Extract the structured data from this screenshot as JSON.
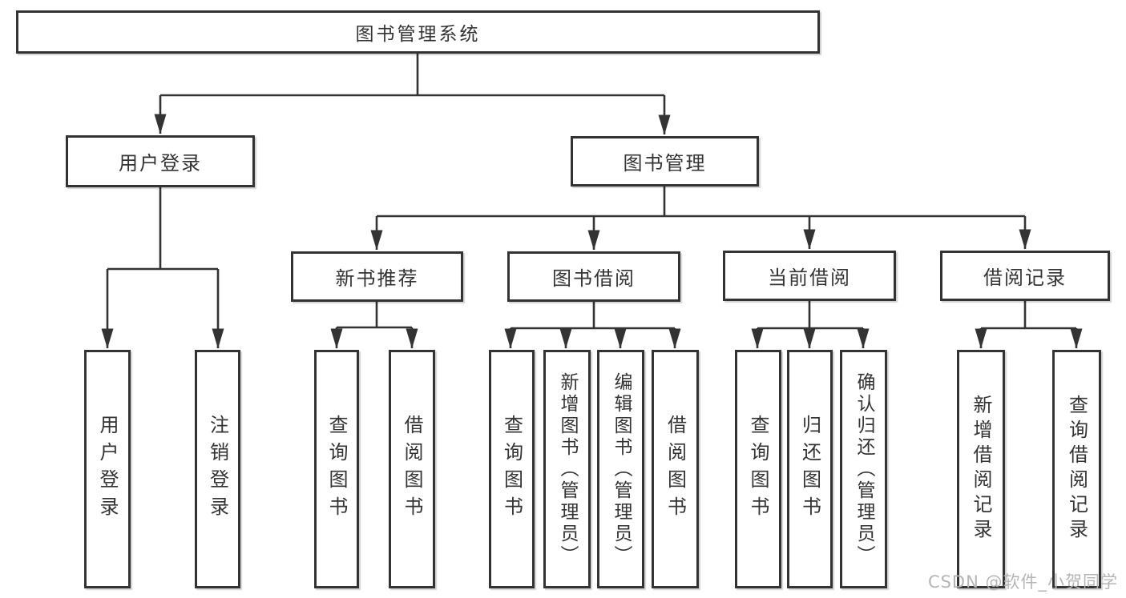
{
  "watermark": "CSDN @软件_小贺同学",
  "colors": {
    "line": "#333333",
    "box_background": "#ffffff",
    "box_border": "#333333",
    "text": "#333333",
    "watermark": "#b5b5b5",
    "page_background": "#ffffff"
  },
  "tree": {
    "label": "图书管理系统",
    "children": [
      {
        "label": "用户登录",
        "children": [
          {
            "label": "用户登录"
          },
          {
            "label": "注销登录"
          }
        ]
      },
      {
        "label": "图书管理",
        "children": [
          {
            "label": "新书推荐",
            "children": [
              {
                "label": "查询图书"
              },
              {
                "label": "借阅图书"
              }
            ]
          },
          {
            "label": "图书借阅",
            "children": [
              {
                "label": "查询图书"
              },
              {
                "label": "新增图书（管理员）"
              },
              {
                "label": "编辑图书（管理员）"
              },
              {
                "label": "借阅图书"
              }
            ]
          },
          {
            "label": "当前借阅",
            "children": [
              {
                "label": "查询图书"
              },
              {
                "label": "归还图书"
              },
              {
                "label": "确认归还（管理员）"
              }
            ]
          },
          {
            "label": "借阅记录",
            "children": [
              {
                "label": "新增借阅记录"
              },
              {
                "label": "查询借阅记录"
              }
            ]
          }
        ]
      }
    ]
  }
}
